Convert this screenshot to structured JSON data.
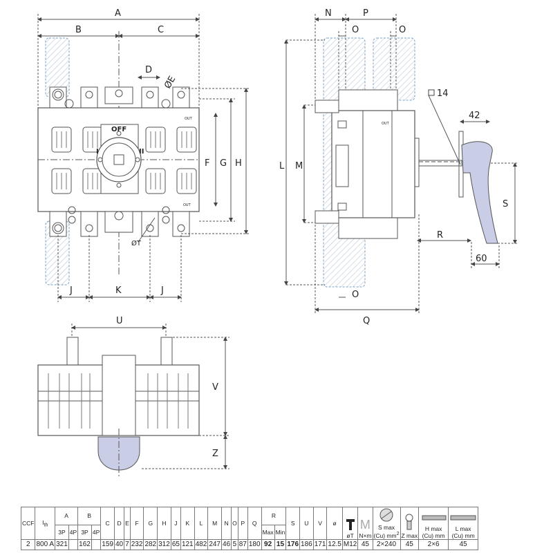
{
  "labels": {
    "A": "A",
    "B": "B",
    "C": "C",
    "D": "D",
    "E": "ØE",
    "F": "F",
    "G": "G",
    "H": "H",
    "J": "J",
    "K": "K",
    "L": "L",
    "M": "M",
    "N": "N",
    "O": "O",
    "P": "P",
    "Q": "Q",
    "R": "R",
    "S": "S",
    "T": "ØT",
    "U": "U",
    "V": "V",
    "Z": "Z",
    "shaft": "14",
    "handle_w": "42",
    "handle_d": "60",
    "off": "OFF",
    "out": "OUT",
    "pos1": "I",
    "pos2": "II"
  },
  "table": {
    "h": {
      "ccf": "CCF",
      "ith": "I",
      "ith_sub": "th",
      "A": "A",
      "B": "B",
      "p3": "3P",
      "p4": "4P",
      "C": "C",
      "D": "D",
      "E": "E",
      "F": "F",
      "G": "G",
      "H": "H",
      "J": "J",
      "K": "K",
      "L": "L",
      "M": "M",
      "N": "N",
      "O": "O",
      "P": "P",
      "Q": "Q",
      "R": "R",
      "rmax": "Max",
      "rmin": "Min",
      "S": "S",
      "U": "U",
      "V": "V",
      "phi": "ø",
      "phiT": "øT",
      "nxm": "N×m",
      "smax": "S max",
      "smax2": "(Cu) mm",
      "zmax": "Z max",
      "hmax": "H max",
      "hmax2": "(Cu) mm",
      "lmax": "L max",
      "lmax2": "(Cu) mm",
      "icon_m": "M",
      "sup2": "2"
    },
    "v": {
      "ccf": "2",
      "ith": "800 A",
      "a3": "321",
      "a4": "",
      "b3": "162",
      "b4": "",
      "C": "159",
      "D": "40",
      "E": "7",
      "F": "232",
      "G": "282",
      "H": "312",
      "J": "65",
      "K": "121",
      "L": "482",
      "M": "247",
      "N": "46",
      "O": "5",
      "P": "87",
      "Q": "180",
      "rmax": "92",
      "rmin": "15",
      "S": "176",
      "U": "186",
      "V": "171",
      "phi": "12.5",
      "phiT": "M12",
      "nxm": "45",
      "smax": "2×240",
      "zmax": "45",
      "hmax": "2×6",
      "lmax": "45"
    }
  },
  "colors": {
    "line": "#555555",
    "hatch": "#9fb2c7",
    "handle": "#c9cde6",
    "dim": "#444444"
  }
}
